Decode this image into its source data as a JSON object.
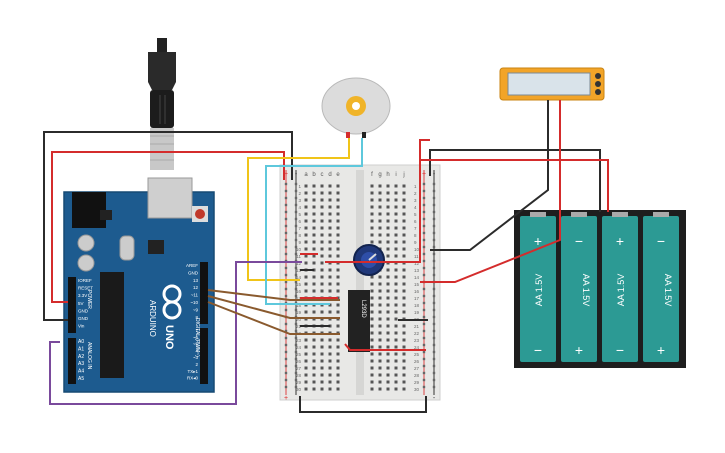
{
  "arduino": {
    "brand": "ARDUINO",
    "model": "UNO",
    "power_label": "POWER",
    "analog_label": "ANALOG IN",
    "digital_label": "DIGITAL (PWM~)",
    "power_pins": [
      "IOREF",
      "RESET",
      "3.3V",
      "5V",
      "GND",
      "GND",
      "Vin"
    ],
    "analog_pins": [
      "A0",
      "A1",
      "A2",
      "A3",
      "A4",
      "A5"
    ],
    "digital_top": [
      "AREF",
      "GND",
      "13",
      "12",
      "~11",
      "~10",
      "~9",
      "8"
    ],
    "digital_bottom": [
      "7",
      "~6",
      "~5",
      "4",
      "~3",
      "2",
      "TX▸1",
      "RX◂0"
    ]
  },
  "breadboard": {
    "cols_left": [
      "a",
      "b",
      "c",
      "d",
      "e"
    ],
    "cols_right": [
      "f",
      "g",
      "h",
      "i",
      "j"
    ],
    "rail_plus": "+",
    "rail_minus": "-",
    "row_numbers": [
      "1",
      "2",
      "3",
      "4",
      "5",
      "6",
      "7",
      "8",
      "9",
      "10",
      "11",
      "12",
      "13",
      "14",
      "15",
      "16",
      "17",
      "18",
      "19",
      "20",
      "21",
      "22",
      "23",
      "24",
      "25",
      "26",
      "27",
      "28",
      "29",
      "30"
    ]
  },
  "chip": {
    "label": "L293D"
  },
  "battery": {
    "cells": [
      {
        "label": "AA 1.5V",
        "top": "+",
        "bottom": "−"
      },
      {
        "label": "AA 1.5V",
        "top": "−",
        "bottom": "+"
      },
      {
        "label": "AA 1.5V",
        "top": "+",
        "bottom": "−"
      },
      {
        "label": "AA 1.5V",
        "top": "−",
        "bottom": "+"
      }
    ]
  },
  "colors": {
    "board": "#1d5b8f",
    "breadboard": "#e8e8e6",
    "wire_red": "#d42c2c",
    "wire_black": "#2b2b2b",
    "wire_yellow": "#f0c419",
    "wire_cyan": "#5ec8dc",
    "wire_purple": "#7a4a9c",
    "wire_brown": "#8a5a2e",
    "battery_cell": "#2c9a94",
    "multimeter": "#f2a428"
  }
}
